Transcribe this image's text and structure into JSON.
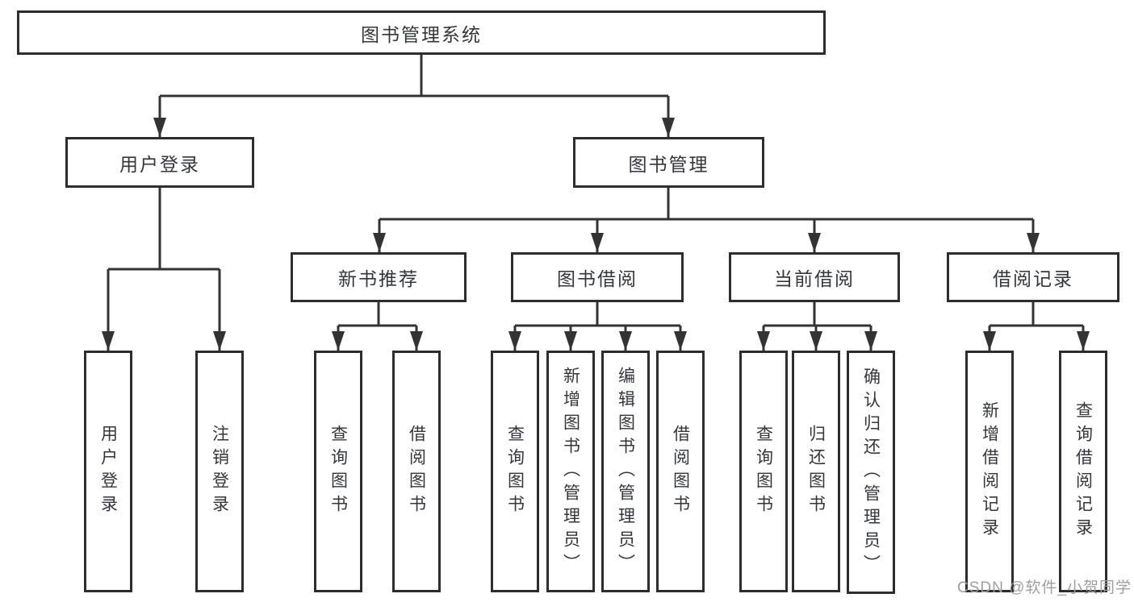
{
  "tree": {
    "label": "图书管理系统",
    "children": [
      {
        "label": "用户登录",
        "children": [
          {
            "label": "用户登录"
          },
          {
            "label": "注销登录"
          }
        ]
      },
      {
        "label": "图书管理",
        "children": [
          {
            "label": "新书推荐",
            "children": [
              {
                "label": "查询图书"
              },
              {
                "label": "借阅图书"
              }
            ]
          },
          {
            "label": "图书借阅",
            "children": [
              {
                "label": "查询图书"
              },
              {
                "label": "新增图书（管理员）"
              },
              {
                "label": "编辑图书（管理员）"
              },
              {
                "label": "借阅图书"
              }
            ]
          },
          {
            "label": "当前借阅",
            "children": [
              {
                "label": "查询图书"
              },
              {
                "label": "归还图书"
              },
              {
                "label": "确认归还（管理员）"
              }
            ]
          },
          {
            "label": "借阅记录",
            "children": [
              {
                "label": "新增借阅记录"
              },
              {
                "label": "查询借阅记录"
              }
            ]
          }
        ]
      }
    ]
  },
  "watermark": {
    "text": "CSDN @软件_小贺同学"
  },
  "colors": {
    "line": "#333333",
    "box_border": "#2d2d2d",
    "box_fill": "#ffffff",
    "text": "#33363b",
    "watermark": "#9e9e9e"
  }
}
